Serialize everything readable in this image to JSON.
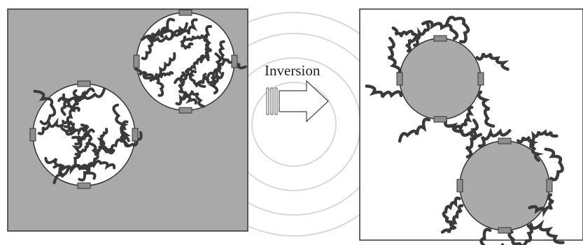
{
  "arrow": {
    "label": "Inversion"
  },
  "colors": {
    "continuous_phase_before": "#a9a9a9",
    "droplet_fill_before": "#ffffff",
    "continuous_phase_after": "#ffffff",
    "droplet_fill_after": "#aaaaaa",
    "chain": "#3a3a3a",
    "anchor": "#8f8f8f",
    "frame": "#333333",
    "watermark": "#d8d8d8"
  },
  "icons": {
    "watermark": "university-seal-watermark",
    "arrow": "right-arrow-icon",
    "chain": "polymer-chain",
    "anchor": "surfactant-anchor"
  }
}
